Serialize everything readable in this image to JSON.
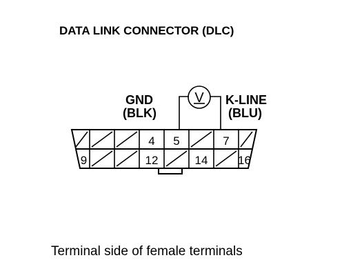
{
  "title": "DATA LINK CONNECTOR (DLC)",
  "labels": {
    "gnd": "GND",
    "gnd_wire": "(BLK)",
    "kline": "K-LINE",
    "kline_wire": "(BLU)"
  },
  "meter_symbol": "V",
  "pins": {
    "top": [
      "",
      "",
      "",
      "4",
      "5",
      "",
      "7",
      ""
    ],
    "bottom": [
      "9",
      "",
      "",
      "12",
      "",
      "14",
      "",
      "16"
    ]
  },
  "caption": "Terminal side of female terminals"
}
